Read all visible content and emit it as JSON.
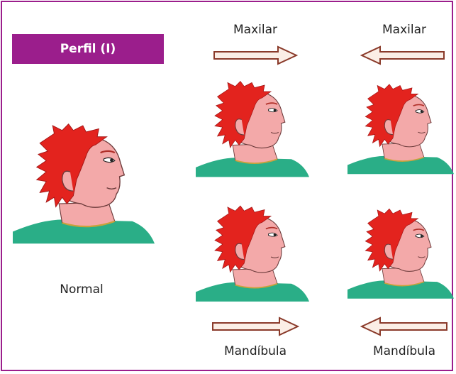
{
  "badge": {
    "title": "Perfil (I)"
  },
  "labels": {
    "normal": "Normal",
    "maxilar_forward": "Maxilar",
    "maxilar_backward": "Maxilar",
    "mandibula_forward": "Mandíbula",
    "mandibula_backward": "Mandíbula"
  },
  "colors": {
    "frame": "#9b1e8c",
    "hair": "#e3231e",
    "skin": "#f3a9a9",
    "shirt": "#2aae87",
    "arrow_fill": "#fbeee6",
    "arrow_stroke": "#8a3a2a"
  },
  "arrows": {
    "maxilar_forward": "right",
    "maxilar_backward": "left",
    "mandibula_forward": "right",
    "mandibula_backward": "left"
  }
}
